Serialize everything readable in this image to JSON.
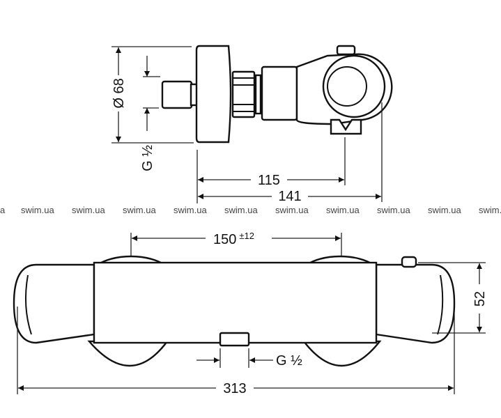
{
  "watermark": {
    "text": "swim.ua",
    "partial_left": "a",
    "partial_right": "swim.ua"
  },
  "top_view": {
    "diameter_label": "Ø 68",
    "thread_label": "G ½",
    "dim_115": "115",
    "dim_141": "141"
  },
  "front_view": {
    "spacing_label": "150",
    "spacing_tolerance": "±12",
    "height_label": "52",
    "thread_label": "G ½",
    "length_label": "313"
  }
}
